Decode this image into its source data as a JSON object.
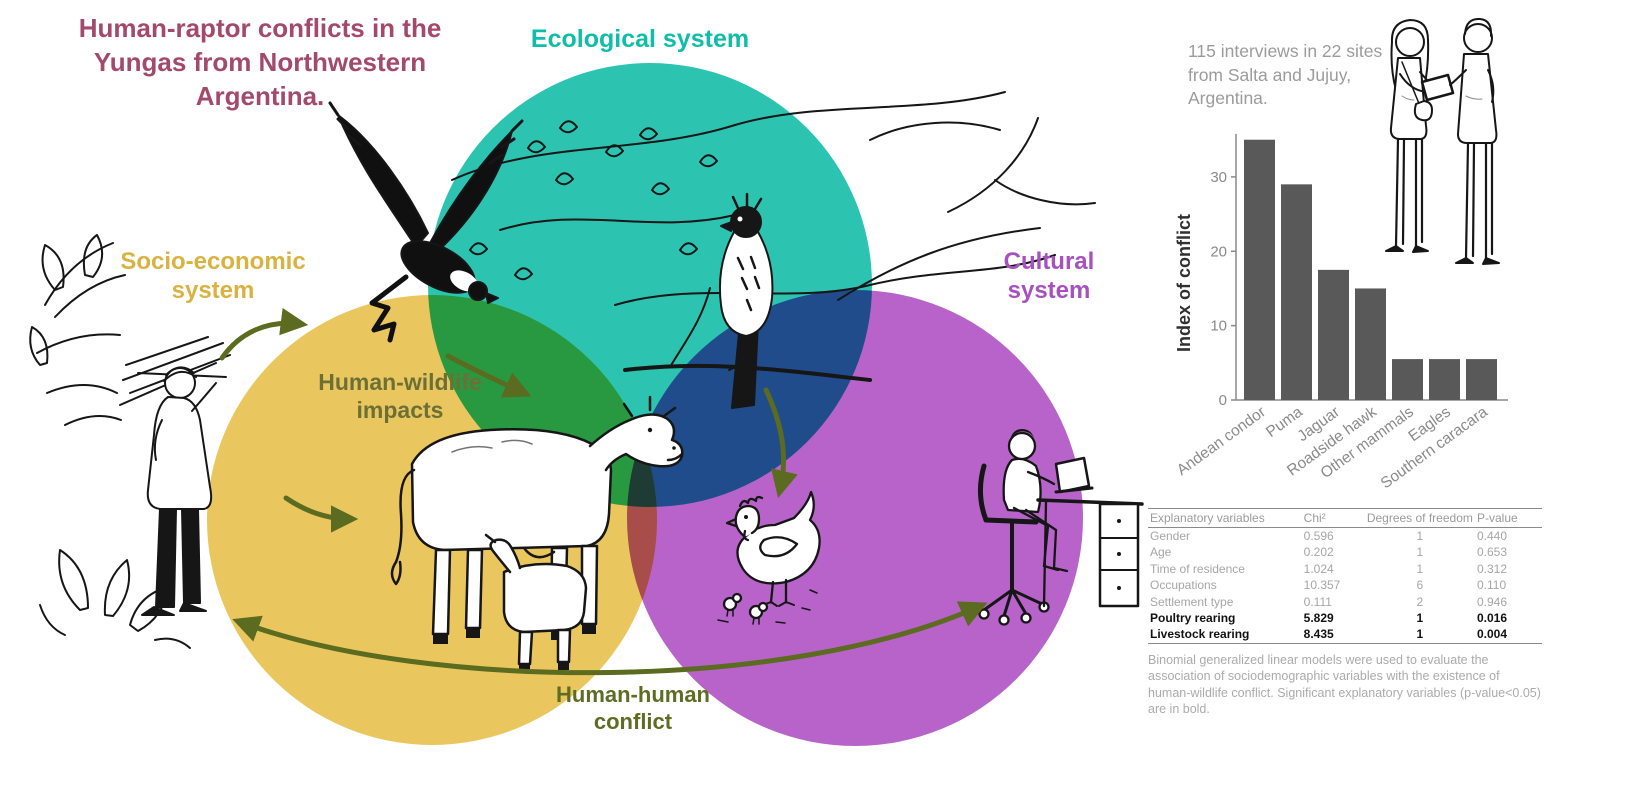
{
  "title": {
    "text": "Human-raptor conflicts in the Yungas from Northwestern Argentina.",
    "color": "#a3496a"
  },
  "venn": {
    "ecological": {
      "label": "Ecological system",
      "circle_color": "#2cc4b1",
      "label_color": "#0fbda8"
    },
    "socioeconomic": {
      "label": "Socio-economic system",
      "circle_color": "#eac75e",
      "label_color": "#d9b23f"
    },
    "cultural": {
      "label": "Cultural system",
      "circle_color": "#b763c9",
      "label_color": "#a750bf"
    },
    "human_wildlife_impacts": {
      "label": "Human-wildlife impacts",
      "label_color": "#6d7036"
    },
    "human_human_conflict": {
      "label": "Human-human conflict",
      "label_color": "#5f6d24"
    },
    "arrow_color": "#5b6b1f"
  },
  "survey_note": "115 interviews in 22 sites from Salta and Jujuy, Argentina.",
  "chart_data": {
    "type": "bar",
    "categories": [
      "Andean condor",
      "Puma",
      "Jaguar",
      "Roadside hawk",
      "Other mammals",
      "Eagles",
      "Southern caracara"
    ],
    "values": [
      35,
      29,
      17.5,
      15,
      5.5,
      5.5,
      5.5
    ],
    "title": "",
    "xlabel": "",
    "ylabel": "Index of conflict",
    "ylim": [
      0,
      35.5
    ],
    "yticks": [
      0,
      10,
      20,
      30
    ],
    "grid": false,
    "legend": "none",
    "bar_color": "#595959",
    "axis_color": "#8a8a8a"
  },
  "table": {
    "headers": [
      "Explanatory variables",
      "Chi²",
      "Degrees of freedom",
      "P-value"
    ],
    "rows": [
      {
        "variable": "Gender",
        "chi2": "0.596",
        "df": "1",
        "p": "0.440",
        "significant": false
      },
      {
        "variable": "Age",
        "chi2": "0.202",
        "df": "1",
        "p": "0.653",
        "significant": false
      },
      {
        "variable": "Time of residence",
        "chi2": "1.024",
        "df": "1",
        "p": "0.312",
        "significant": false
      },
      {
        "variable": "Occupations",
        "chi2": "10.357",
        "df": "6",
        "p": "0.110",
        "significant": false
      },
      {
        "variable": "Settlement type",
        "chi2": "0.111",
        "df": "2",
        "p": "0.946",
        "significant": false
      },
      {
        "variable": "Poultry rearing",
        "chi2": "5.829",
        "df": "1",
        "p": "0.016",
        "significant": true
      },
      {
        "variable": "Livestock rearing",
        "chi2": "8.435",
        "df": "1",
        "p": "0.004",
        "significant": true
      }
    ],
    "caption": "Binomial generalized linear models were used to evaluate the association of sociodemographic variables with the existence of human-wildlife conflict. Significant explanatory variables (p-value<0.05) are in bold."
  },
  "illustrations": {
    "andean-condor-sketch": "soaring Andean condor with white ruff",
    "perched-hawk-sketch": "roadside hawk perched on branch",
    "cow-and-calf-sketch": "cow with nursing calf",
    "hen-and-chicks-sketch": "hen with chicks",
    "person-carrying-firewood-sketch": "local person carrying firewood bundle",
    "researcher-at-desk-sketch": "researcher working on laptop at desk",
    "interview-people-sketch": "two people during interview with clipboard",
    "foliage-sketch": "yungas foliage",
    "branches-sketch": "tree branches and leaves"
  }
}
